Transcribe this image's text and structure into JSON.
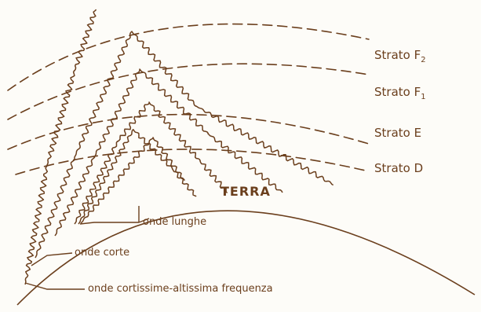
{
  "colors": {
    "ink": "#6b3f1d",
    "background": "#fdfcf8"
  },
  "layers": {
    "f2": "Strato F",
    "f2_sub": "2",
    "f1": "Strato F",
    "f1_sub": "1",
    "e": "Strato E",
    "d": "Strato D"
  },
  "earth_label": "TERRA",
  "waves": {
    "long": "onde lunghe",
    "short": "onde corte",
    "vhf": "onde cortissime-altissima frequenza"
  }
}
